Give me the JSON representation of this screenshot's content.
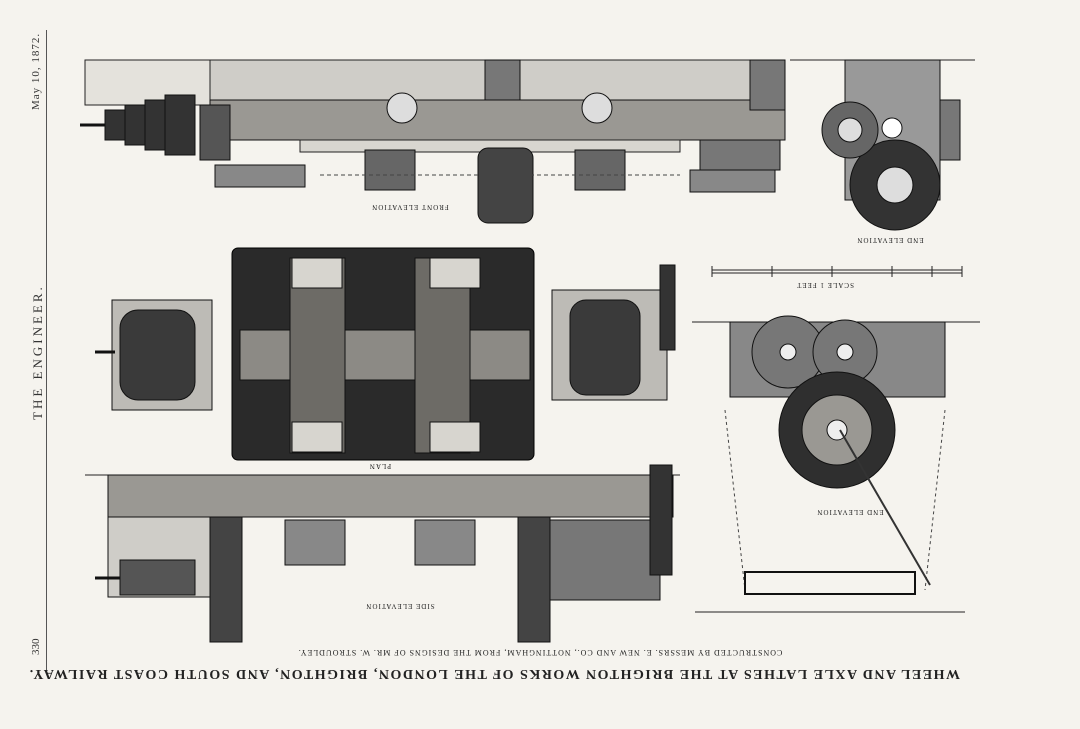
{
  "header": {
    "masthead": "THE ENGINEER.",
    "date": "May 10, 1872.",
    "page_number": "330"
  },
  "caption": {
    "title": "WHEEL AND AXLE LATHES AT THE BRIGHTON WORKS OF THE LONDON, BRIGHTON, AND SOUTH COAST RAILWAY.",
    "credit": "CONSTRUCTED BY MESSRS. E. NEW AND CO., NOTTINGHAM, FROM THE DESIGNS OF MR. W. STROUDLEY."
  },
  "views": {
    "front_elevation": "FRONT ELEVATION",
    "end_elevation_top": "END ELEVATION",
    "plan": "PLAN",
    "side_elevation": "SIDE ELEVATION",
    "end_elevation_bottom": "END ELEVATION",
    "scale": "SCALE 1 FEET"
  }
}
